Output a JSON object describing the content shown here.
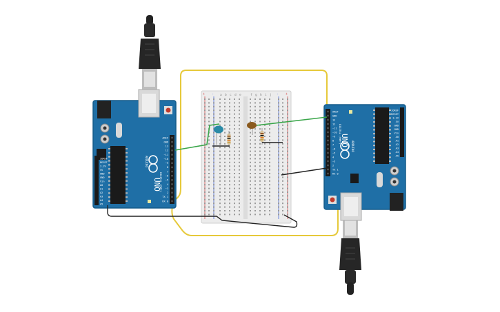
{
  "left_board": {
    "logo": "UNO",
    "header_labels": [
      "AREF",
      "GND",
      "13",
      "12",
      "~11",
      "~10",
      "~9",
      "8",
      "7",
      "~6",
      "~5",
      "4",
      "~3",
      "2",
      "TX 1",
      "RX 0"
    ],
    "power_labels": [
      "IOREF",
      "RESET",
      "3.3V",
      "5V",
      "GND",
      "GND",
      "Vin"
    ],
    "analog_labels": [
      "A0",
      "A1",
      "A2",
      "A3",
      "A4",
      "A5"
    ],
    "section_digital": "DIGITAL (PWM~)",
    "section_power": "POWER",
    "section_analog": "ANALOG IN",
    "brand": "ARDUINO"
  },
  "right_board": {
    "logo": "UNO",
    "header_labels": [
      "AREF",
      "GND",
      "13",
      "12",
      "~11",
      "~10",
      "~9",
      "8",
      "7",
      "~6",
      "~5",
      "4",
      "~3",
      "2",
      "TX 1",
      "RX 0"
    ],
    "power_labels": [
      "IOREF",
      "RESET",
      "3.3V",
      "5V",
      "GND",
      "GND",
      "Vin"
    ],
    "analog_labels": [
      "A0",
      "A1",
      "A2",
      "A3",
      "A4",
      "A5"
    ],
    "section_digital": "DIGITAL (PWM~)",
    "section_power": "POWER",
    "section_analog": "ANALOG IN",
    "brand": "ARDUINO"
  },
  "breadboard": {
    "column_letters_left": [
      "a",
      "b",
      "c",
      "d",
      "e"
    ],
    "column_letters_right": [
      "f",
      "g",
      "h",
      "i",
      "j"
    ],
    "rail_plus": "+",
    "rail_minus": "-"
  },
  "colors": {
    "board_blue": "#1f6fa6",
    "board_edge": "#155b8a",
    "wire_yellow": "#e6c93a",
    "wire_green": "#3aa64a",
    "wire_black": "#222222",
    "breadboard": "#ececec",
    "led_teal": "#2a8aa6",
    "capacitor_brown": "#8a5a1e"
  }
}
